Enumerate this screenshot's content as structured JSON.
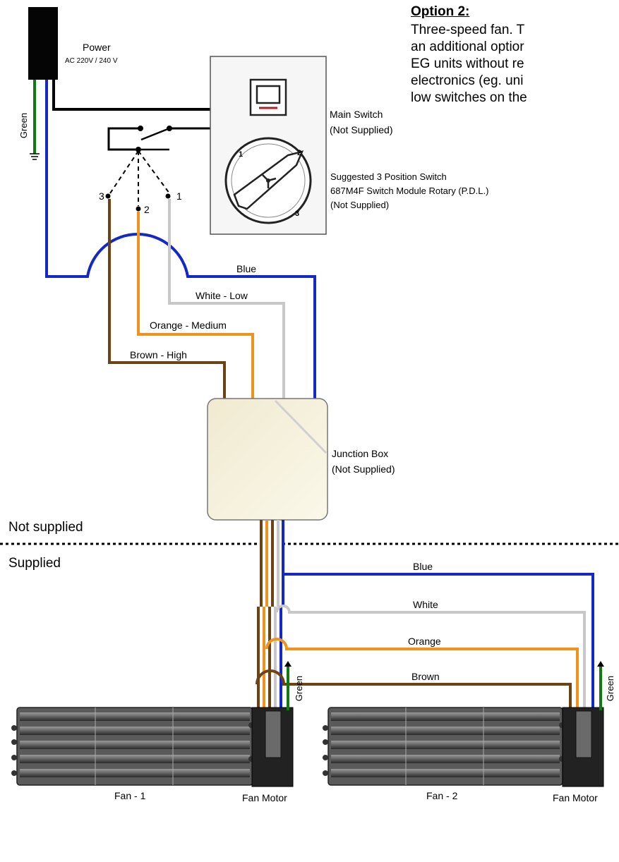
{
  "option": {
    "title": "Option 2:",
    "lines": [
      "Three-speed fan. T",
      "an additional optior",
      "EG units without re",
      "electronics (eg. uni",
      "low switches on the"
    ]
  },
  "power": {
    "label": "Power",
    "spec": "AC 220V / 240 V",
    "ground_label": "Green"
  },
  "main_switch": {
    "line1": "Main Switch",
    "line2": "(Not Supplied)"
  },
  "rotary_switch": {
    "line1": "Suggested 3 Position Switch",
    "line2": "687M4F Switch Module Rotary (P.D.L.)",
    "line3": "(Not Supplied)",
    "positions": [
      "3",
      "2",
      "1"
    ]
  },
  "upper_wires": {
    "blue": "Blue",
    "white": "White - Low",
    "orange": "Orange - Medium",
    "brown": "Brown - High"
  },
  "junction_box": {
    "line1": "Junction Box",
    "line2": "(Not Supplied)"
  },
  "sections": {
    "not_supplied": "Not supplied",
    "supplied": "Supplied"
  },
  "lower_wires": {
    "blue": "Blue",
    "white": "White",
    "orange": "Orange",
    "brown": "Brown"
  },
  "fans": [
    {
      "label": "Fan - 1",
      "motor_label": "Fan Motor",
      "ground_label": "Green"
    },
    {
      "label": "Fan - 2",
      "motor_label": "Fan Motor",
      "ground_label": "Green"
    }
  ],
  "colors": {
    "blue": "#1428c8",
    "white": "#c8c8c8",
    "orange": "#f0921e",
    "brown": "#6e4314",
    "green": "#0f7a0f",
    "black": "#000000"
  }
}
